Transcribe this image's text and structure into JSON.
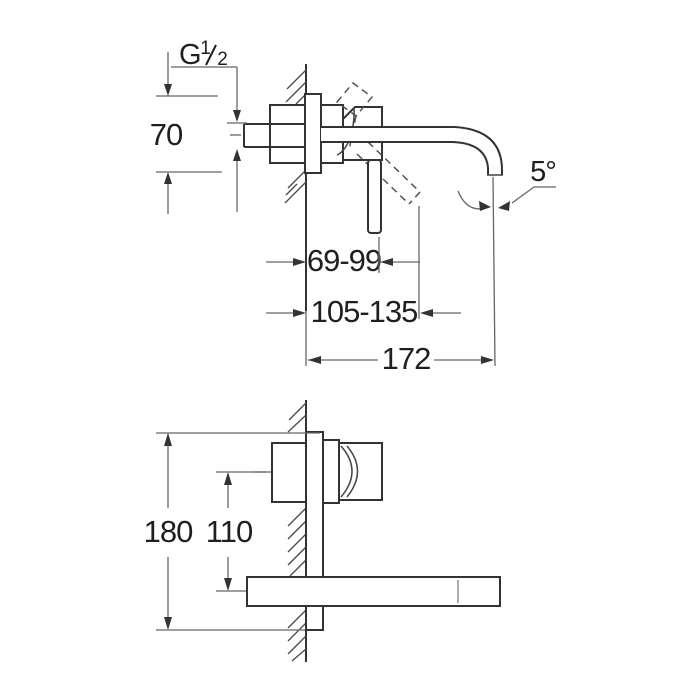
{
  "drawing": {
    "kind": "technical dimensional drawing",
    "subject": "wall-mounted single-lever basin mixer, side view and front view",
    "colors": {
      "background": "#ffffff",
      "outline": "#333333",
      "dimension_line": "#666666",
      "text": "#1f1f1f"
    },
    "labels": {
      "thread_g": "G",
      "thread_num": "1",
      "thread_den": "2",
      "dim_escutcheon_height": "70",
      "dim_handle_min_max": "69-99",
      "dim_handle_reach_min_max": "105-135",
      "dim_spout_reach": "172",
      "angle_spout": "5°",
      "dim_plate_height": "180",
      "dim_spout_drop": "110"
    }
  }
}
